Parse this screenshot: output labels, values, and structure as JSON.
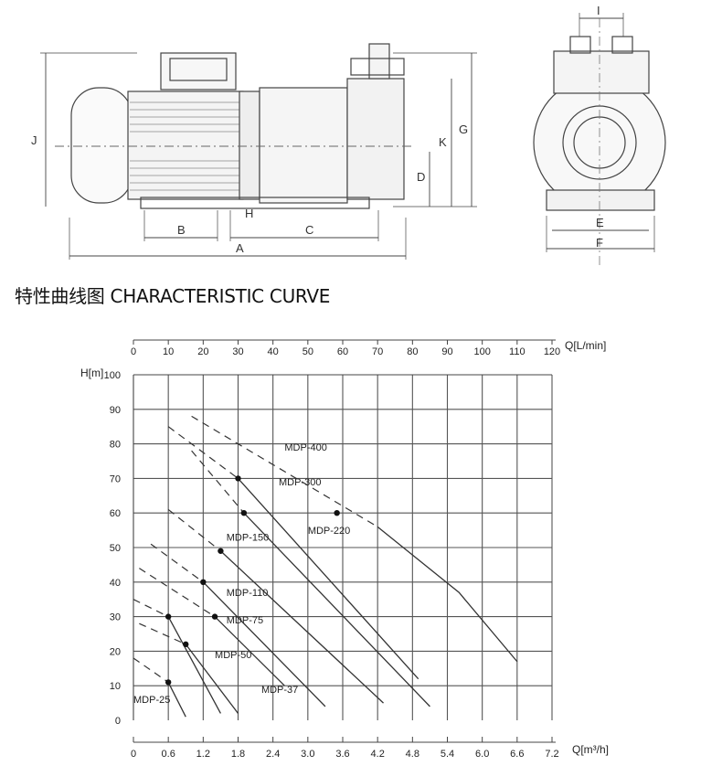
{
  "section_title": "特性曲线图 CHARACTERISTIC CURVE",
  "drawing_labels": {
    "J": "J",
    "B": "B",
    "C": "C",
    "A": "A",
    "H": "H",
    "D": "D",
    "K": "K",
    "G": "G",
    "I": "I",
    "E": "E",
    "F": "F"
  },
  "chart_data": {
    "type": "line",
    "ylabel": "H[m]",
    "xlabel": "Q[m³/h]",
    "x2label": "Q[L/min]",
    "ylim": [
      0,
      100
    ],
    "xlim": [
      0,
      7.2
    ],
    "x2lim": [
      0,
      120
    ],
    "y_ticks": [
      "0",
      "10",
      "20",
      "30",
      "40",
      "50",
      "60",
      "70",
      "80",
      "90",
      "100"
    ],
    "x_ticks": [
      "0",
      "0.6",
      "1.2",
      "1.8",
      "2.4",
      "3.0",
      "3.6",
      "4.2",
      "4.8",
      "5.4",
      "6.0",
      "6.6",
      "7.2"
    ],
    "x2_ticks": [
      "0",
      "10",
      "20",
      "30",
      "40",
      "50",
      "60",
      "70",
      "80",
      "90",
      "100",
      "110",
      "120"
    ],
    "grid": true,
    "series": [
      {
        "name": "MDP-400",
        "points": [
          [
            4.2,
            56
          ],
          [
            5.6,
            37
          ],
          [
            6.6,
            17
          ]
        ],
        "dashed": [
          [
            1.0,
            88
          ],
          [
            4.2,
            56
          ]
        ],
        "marker": [
          3.5,
          60
        ]
      },
      {
        "name": "MDP-300",
        "points": [
          [
            1.8,
            70
          ],
          [
            4.9,
            12
          ]
        ],
        "dashed": [
          [
            0.6,
            85
          ],
          [
            1.8,
            70
          ]
        ],
        "marker": [
          1.8,
          70
        ]
      },
      {
        "name": "MDP-220",
        "points": [
          [
            1.9,
            60
          ],
          [
            5.1,
            4
          ]
        ],
        "dashed": [
          [
            1.0,
            78
          ],
          [
            1.9,
            60
          ]
        ],
        "marker": [
          1.9,
          60
        ]
      },
      {
        "name": "MDP-150",
        "points": [
          [
            1.5,
            49
          ],
          [
            4.3,
            5
          ]
        ],
        "dashed": [
          [
            0.6,
            61
          ],
          [
            1.5,
            49
          ]
        ],
        "marker": [
          1.5,
          49
        ]
      },
      {
        "name": "MDP-110",
        "points": [
          [
            1.2,
            40
          ],
          [
            3.3,
            4
          ]
        ],
        "dashed": [
          [
            0.3,
            51
          ],
          [
            1.2,
            40
          ]
        ],
        "marker": [
          1.2,
          40
        ]
      },
      {
        "name": "MDP-75",
        "points": [
          [
            1.4,
            30
          ],
          [
            2.6,
            10
          ]
        ],
        "dashed": [
          [
            0.1,
            44
          ],
          [
            1.4,
            30
          ]
        ],
        "marker": [
          1.4,
          30
        ]
      },
      {
        "name": "MDP-50",
        "points": [
          [
            0.6,
            30
          ],
          [
            1.5,
            2
          ]
        ],
        "dashed": [
          [
            0.0,
            35
          ],
          [
            0.6,
            30
          ]
        ],
        "marker": [
          0.6,
          30
        ]
      },
      {
        "name": "MDP-37",
        "points": [
          [
            0.9,
            22
          ],
          [
            1.8,
            2
          ]
        ],
        "dashed": [
          [
            0.1,
            28
          ],
          [
            0.9,
            22
          ]
        ],
        "marker": [
          0.9,
          22
        ]
      },
      {
        "name": "MDP-25",
        "points": [
          [
            0.6,
            11
          ],
          [
            0.9,
            1
          ]
        ],
        "dashed": [
          [
            0.0,
            18
          ],
          [
            0.6,
            11
          ]
        ],
        "marker": [
          0.6,
          11
        ]
      }
    ]
  }
}
